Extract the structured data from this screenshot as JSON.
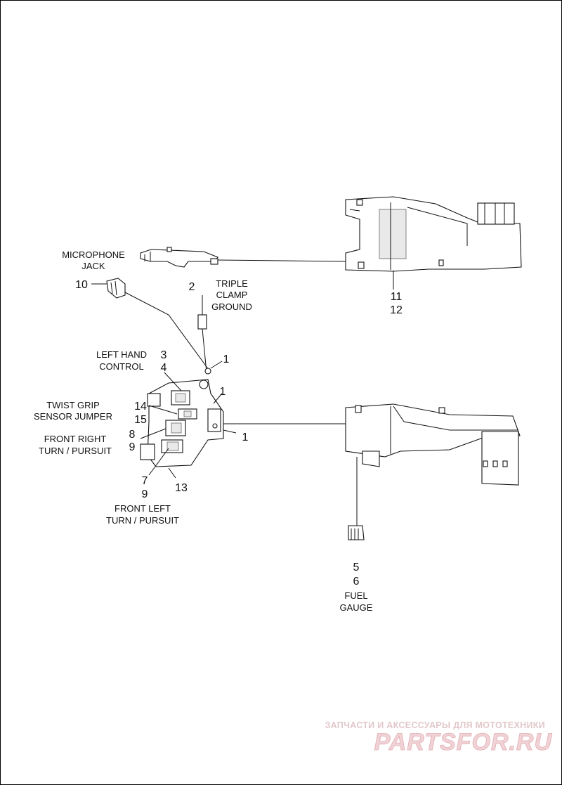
{
  "callouts": {
    "microphone_jack": [
      "MICROPHONE",
      "JACK"
    ],
    "triple_clamp_ground": [
      "TRIPLE",
      "CLAMP",
      "GROUND"
    ],
    "left_hand_control": [
      "LEFT HAND",
      "CONTROL"
    ],
    "twist_grip": [
      "TWIST GRIP",
      "SENSOR JUMPER"
    ],
    "front_right": [
      "FRONT RIGHT",
      "TURN / PURSUIT"
    ],
    "front_left": [
      "FRONT LEFT",
      "TURN / PURSUIT"
    ],
    "fuel_gauge": [
      "FUEL",
      "GAUGE"
    ]
  },
  "part_numbers": {
    "n10": "10",
    "n2": "2",
    "n11": "11",
    "n12": "12",
    "n3": "3",
    "n4": "4",
    "n1a": "1",
    "n1b": "1",
    "n1c": "1",
    "n14": "14",
    "n15": "15",
    "n8": "8",
    "n9a": "9",
    "n7": "7",
    "n9b": "9",
    "n13": "13",
    "n5": "5",
    "n6": "6"
  },
  "watermark": {
    "subtitle": "ЗАПЧАСТИ И АКСЕССУАРЫ ДЛЯ МОТОТЕХНИКИ",
    "logo": "PARTSFOR.RU"
  }
}
